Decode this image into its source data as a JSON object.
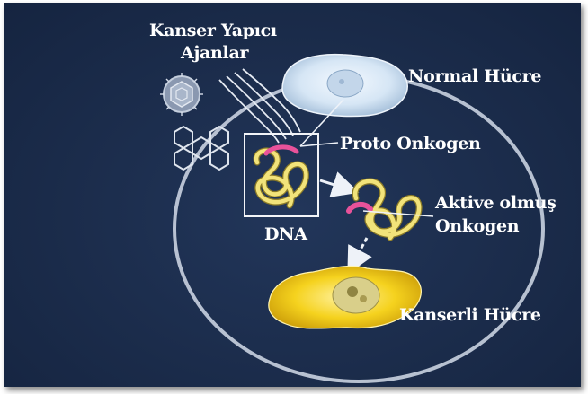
{
  "labels": {
    "carcinogens_line1": "Kanser Yapıcı",
    "carcinogens_line2": "Ajanlar",
    "normal_cell": "Normal Hücre",
    "proto_oncogene": "Proto Onkogen",
    "dna": "DNA",
    "activated_line1": "Aktive olmuş",
    "activated_line2": "Onkogen",
    "cancer_cell": "Kanserli Hücre"
  },
  "colors": {
    "background": "#1b2c4b",
    "circle_outline": "#c9d2e0",
    "dna_strand": "#f2e37a",
    "oncogene_highlight": "#e8529a",
    "normal_cell": "#d6e6f5",
    "cancer_cell": "#f2cf1a",
    "text": "#ffffff"
  }
}
